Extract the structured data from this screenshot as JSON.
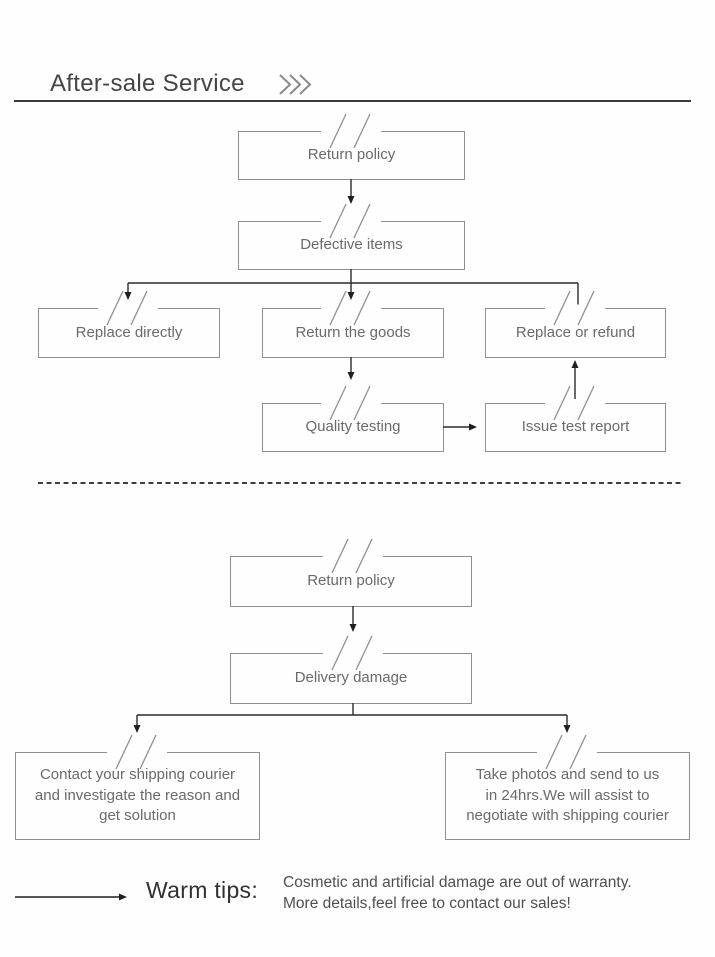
{
  "header": {
    "title": "After-sale Service",
    "chevrons_icon": "triple-chevron-right"
  },
  "colors": {
    "box_border": "#8f8f8f",
    "box_text": "#6a6a6a",
    "connector_line": "#2b2b2b",
    "title_text": "#454545",
    "underline": "#3b3b3b",
    "background": "#fefefe"
  },
  "flowchart_top": {
    "return_policy": "Return policy",
    "defective_items": "Defective items",
    "replace_directly": "Replace directly",
    "return_the_goods": "Return the goods",
    "replace_or_refund": "Replace or refund",
    "quality_testing": "Quality testing",
    "issue_test_report": "Issue test report"
  },
  "flowchart_bottom": {
    "return_policy": "Return policy",
    "delivery_damage": "Delivery damage",
    "contact_courier_lines": [
      "Contact your shipping courier",
      "and investigate the reason and",
      "get solution"
    ],
    "take_photos_lines": [
      "Take photos and send to us",
      "in 24hrs.We will assist to",
      "negotiate with shipping courier"
    ]
  },
  "warm_tips": {
    "label": "Warm tips:",
    "lines": [
      "Cosmetic and artificial damage are out of warranty.",
      "More details,feel free to contact our sales!"
    ]
  }
}
